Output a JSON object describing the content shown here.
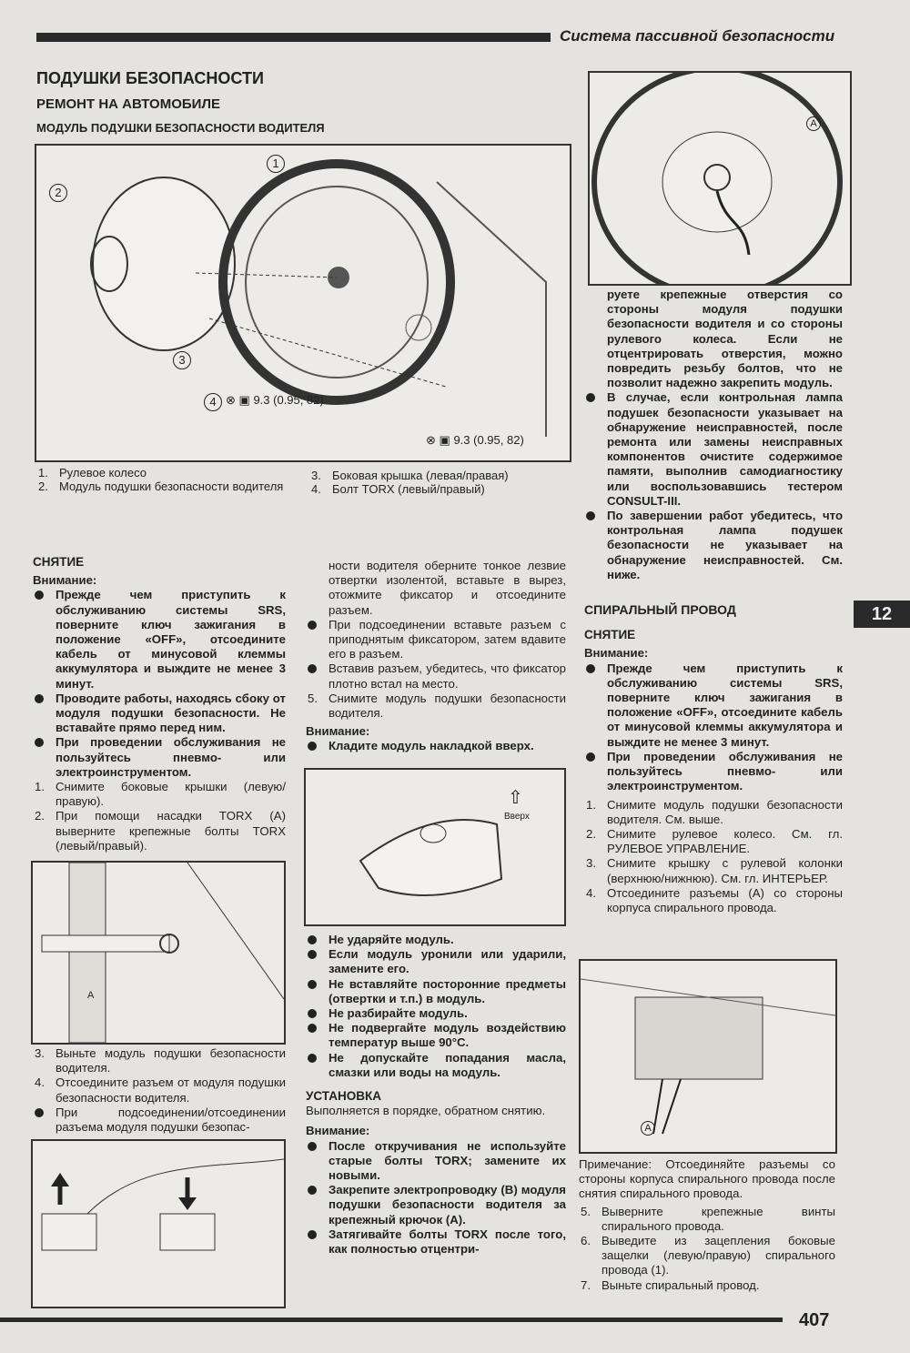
{
  "header": {
    "section_title": "Система пассивной безопасности"
  },
  "titles": {
    "main": "ПОДУШКИ БЕЗОПАСНОСТИ",
    "sub": "РЕМОНТ НА АВТОМОБИЛЕ",
    "subsub": "МОДУЛЬ ПОДУШКИ БЕЗОПАСНОСТИ ВОДИТЕЛЯ"
  },
  "fig1": {
    "callouts": [
      "1",
      "2",
      "3",
      "4"
    ],
    "torque1": "9.3 (0.95, 82)",
    "torque2": "9.3 (0.95, 82)"
  },
  "legend": [
    "1.",
    "Рулевое колесо",
    "2.",
    "Модуль подушки безопасности водителя",
    "3.",
    "Боковая крышка (левая/правая)",
    "4.",
    "Болт TORX (левый/правый)"
  ],
  "left": {
    "removal": "СНЯТИЕ",
    "attention": "Внимание:",
    "warn": [
      "Прежде чем приступить к обслуживанию системы SRS, поверните ключ зажигания в положение «OFF», отсоедините кабель от минусовой клеммы аккумулятора и выждите не менее 3 минут.",
      "Проводите работы, находясь сбоку от модуля подушки безопасности. Не вставайте прямо перед ним.",
      "При проведении обслуживания не пользуйтесь пневмо- или электроинструментом."
    ],
    "steps1": [
      {
        "n": "1.",
        "t": "Снимите боковые крышки (левую/правую)."
      },
      {
        "n": "2.",
        "t": "При помощи насадки TORX (A) выверните крепежные болты TORX (левый/правый)."
      }
    ],
    "fig_label": "A",
    "steps2": [
      {
        "n": "3.",
        "t": "Выньте модуль подушки безопасности водителя."
      },
      {
        "n": "4.",
        "t": "Отсоедините разъем от модуля подушки безопасности водителя."
      }
    ],
    "bullet": "При подсоединении/отсоединении разъема модуля подушки безопас-"
  },
  "middle": {
    "cont": "ности водителя оберните тонкое лезвие отвертки изолентой, вставьте в вырез, отожмите фиксатор и отсоедините разъем.",
    "bullets": [
      "При подсоединении вставьте разъем с приподнятым фиксатором, затем вдавите его в разъем.",
      "Вставив разъем, убедитесь, что фиксатор плотно встал на место."
    ],
    "step5": {
      "n": "5.",
      "t": "Снимите модуль подушки безопасности водителя."
    },
    "attention": "Внимание:",
    "warn1": "Кладите модуль накладкой вверх.",
    "fig_up": "Вверх",
    "warn2": [
      "Не ударяйте модуль.",
      "Если модуль уронили или ударили, замените его.",
      "Не вставляйте посторонние предметы (отвертки и т.п.) в модуль.",
      "Не разбирайте модуль.",
      "Не подвергайте модуль воздействию температур выше 90°C.",
      "Не допускайте попадания масла, смазки или воды на модуль."
    ],
    "install": "УСТАНОВКА",
    "install_text": "Выполняется в порядке, обратном снятию.",
    "attention2": "Внимание:",
    "warn3": [
      "После откручивания не используйте старые болты TORX; замените их новыми.",
      "Закрепите электропроводку (B) модуля подушки безопасности водителя за крепежный крючок (A).",
      "Затягивайте болты TORX после того, как полностью отцентри-"
    ]
  },
  "right": {
    "fig_label": "A",
    "cont": "руете крепежные отверстия со стороны модуля подушки безопасности водителя и со стороны рулевого колеса. Если не отцентрировать отверстия, можно повредить резьбу болтов, что не позволит надежно закрепить модуль.",
    "bullets": [
      "В случае, если контрольная лампа подушек безопасности указывает на обнаружение неисправностей, после ремонта или замены неисправных компонентов очистите содержимое памяти, выполнив самодиагностику или воспользовавшись тестером CONSULT-III.",
      "По завершении работ убедитесь, что контрольная лампа подушек безопасности не указывает на обнаружение неисправностей. См. ниже."
    ],
    "spiral": "СПИРАЛЬНЫЙ ПРОВОД",
    "removal": "СНЯТИЕ",
    "attention": "Внимание:",
    "warn": [
      "Прежде чем приступить к обслуживанию системы SRS, поверните ключ зажигания в положение «OFF», отсоедините кабель от минусовой клеммы аккумулятора и выждите не менее 3 минут.",
      "При проведении обслуживания не пользуйтесь пневмо- или электроинструментом."
    ],
    "steps": [
      {
        "n": "1.",
        "t": "Снимите модуль подушки безопасности водителя. См. выше."
      },
      {
        "n": "2.",
        "t": "Снимите рулевое колесо. См. гл. РУЛЕВОЕ УПРАВЛЕНИЕ."
      },
      {
        "n": "3.",
        "t": "Снимите крышку с рулевой колонки (верхнюю/нижнюю). См. гл. ИНТЕРЬЕР."
      },
      {
        "n": "4.",
        "t": "Отсоедините разъемы (A) со стороны корпуса спирального провода."
      }
    ],
    "fig2_label": "A",
    "note": "Примечание: Отсоединяйте разъемы со стороны корпуса спирального провода после снятия спирального провода.",
    "steps2": [
      {
        "n": "5.",
        "t": "Выверните крепежные винты спирального провода."
      },
      {
        "n": "6.",
        "t": "Выведите из зацепления боковые защелки (левую/правую) спирального провода (1)."
      },
      {
        "n": "7.",
        "t": "Выньте спиральный провод."
      }
    ]
  },
  "chapter_tab": "12",
  "page_number": "407"
}
